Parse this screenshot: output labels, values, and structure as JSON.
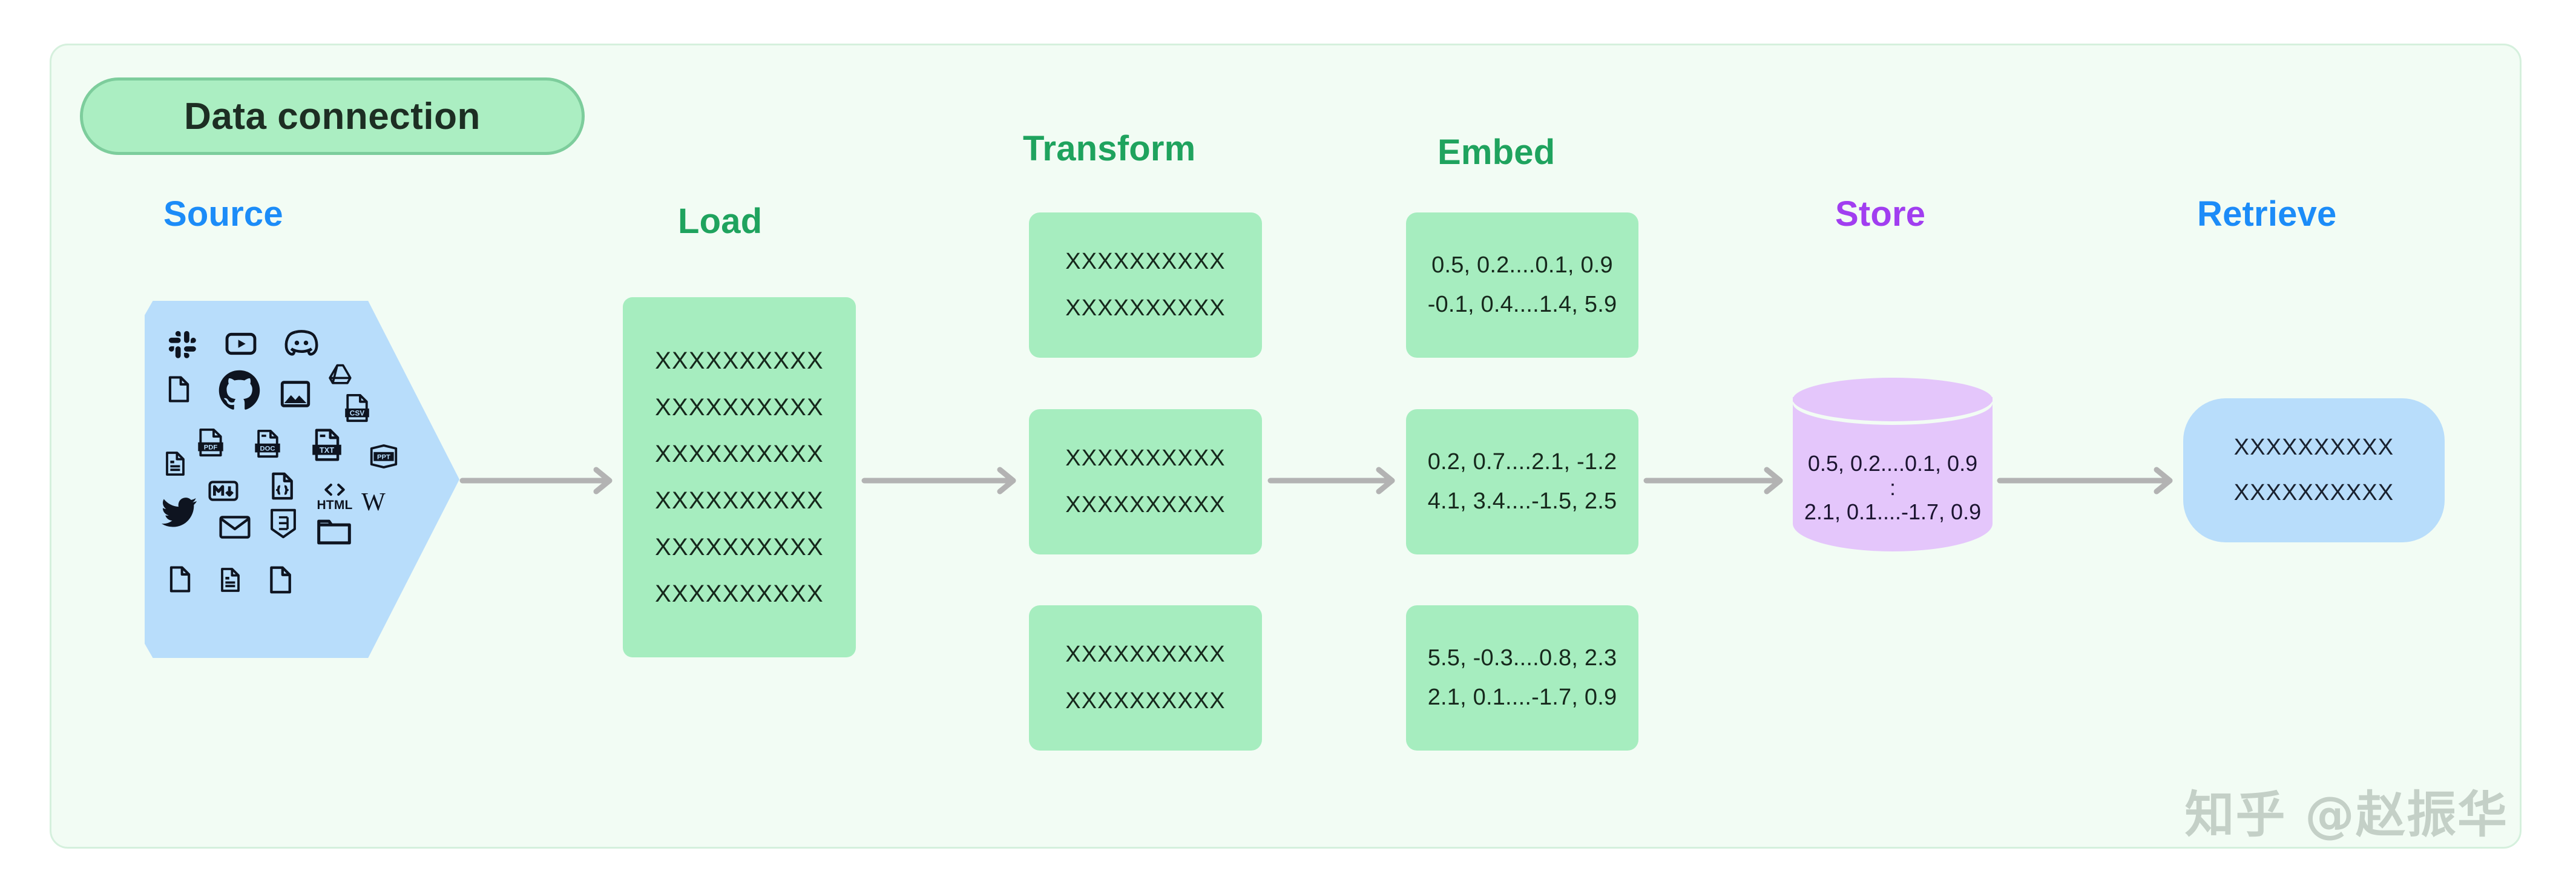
{
  "diagram": {
    "title": "Data connection",
    "watermark": "知乎 @赵振华",
    "colors": {
      "frame_bg": "#f2fcf4",
      "frame_border": "#d5f0dd",
      "title_fill": "#abeec2",
      "title_border": "#7dcd9c",
      "green_card": "#a6edbf",
      "blue_shape": "#b8ddfb",
      "purple_cylinder": "#e4c6fb",
      "arrow_gray": "#b3b3b3",
      "heading_blue": "#1c8cf8",
      "heading_green": "#1fa35e",
      "heading_purple": "#a13ef0"
    }
  },
  "headings": {
    "source": "Source",
    "load": "Load",
    "transform": "Transform",
    "embed": "Embed",
    "store": "Store",
    "retrieve": "Retrieve"
  },
  "source": {
    "icons": [
      {
        "name": "slack-icon",
        "label": "Slack"
      },
      {
        "name": "youtube-icon",
        "label": "YouTube"
      },
      {
        "name": "discord-icon",
        "label": "Discord"
      },
      {
        "name": "file-blank-icon",
        "label": "File"
      },
      {
        "name": "github-icon",
        "label": "GitHub"
      },
      {
        "name": "image-icon",
        "label": "Image"
      },
      {
        "name": "google-drive-icon",
        "label": "Google Drive"
      },
      {
        "name": "csv-file-icon",
        "label": "CSV"
      },
      {
        "name": "document-lines-icon",
        "label": "Document"
      },
      {
        "name": "pdf-file-icon",
        "label": "PDF"
      },
      {
        "name": "doc-file-icon",
        "label": "DOC"
      },
      {
        "name": "txt-file-icon",
        "label": "TXT"
      },
      {
        "name": "ppt-file-icon",
        "label": "PPT"
      },
      {
        "name": "markdown-icon",
        "label": "Markdown"
      },
      {
        "name": "json-file-icon",
        "label": "JSON"
      },
      {
        "name": "html-code-icon",
        "label": "HTML"
      },
      {
        "name": "wikipedia-icon",
        "label": "Wikipedia"
      },
      {
        "name": "twitter-icon",
        "label": "Twitter"
      },
      {
        "name": "email-icon",
        "label": "Email"
      },
      {
        "name": "css3-icon",
        "label": "CSS3"
      },
      {
        "name": "folder-icon",
        "label": "Folder"
      },
      {
        "name": "file-blank-icon-2",
        "label": "File"
      },
      {
        "name": "document-lines-icon-2",
        "label": "Document"
      },
      {
        "name": "file-blank-icon-3",
        "label": "File"
      }
    ]
  },
  "load": {
    "lines": [
      "XXXXXXXXXX",
      "XXXXXXXXXX",
      "XXXXXXXXXX",
      "XXXXXXXXXX",
      "XXXXXXXXXX",
      "XXXXXXXXXX"
    ]
  },
  "transform": {
    "boxes": [
      {
        "lines": [
          "XXXXXXXXXX",
          "XXXXXXXXXX"
        ]
      },
      {
        "lines": [
          "XXXXXXXXXX",
          "XXXXXXXXXX"
        ]
      },
      {
        "lines": [
          "XXXXXXXXXX",
          "XXXXXXXXXX"
        ]
      }
    ]
  },
  "embed": {
    "boxes": [
      {
        "lines": [
          "0.5, 0.2....0.1, 0.9",
          "-0.1, 0.4....1.4, 5.9"
        ]
      },
      {
        "lines": [
          "0.2, 0.7....2.1, -1.2",
          "4.1, 3.4....-1.5, 2.5"
        ]
      },
      {
        "lines": [
          "5.5, -0.3....0.8, 2.3",
          "2.1, 0.1....-1.7, 0.9"
        ]
      }
    ]
  },
  "store": {
    "line_top": "0.5, 0.2....0.1, 0.9",
    "line_dots": ":",
    "line_bottom": "2.1, 0.1....-1.7, 0.9"
  },
  "retrieve": {
    "lines": [
      "XXXXXXXXXX",
      "XXXXXXXXXX"
    ]
  },
  "arrows": [
    {
      "name": "arrow-source-to-load",
      "from": "source",
      "to": "load"
    },
    {
      "name": "arrow-load-to-transform",
      "from": "load",
      "to": "transform"
    },
    {
      "name": "arrow-transform-to-embed",
      "from": "transform",
      "to": "embed"
    },
    {
      "name": "arrow-embed-to-store",
      "from": "embed",
      "to": "store"
    },
    {
      "name": "arrow-store-to-retrieve",
      "from": "store",
      "to": "retrieve"
    }
  ]
}
